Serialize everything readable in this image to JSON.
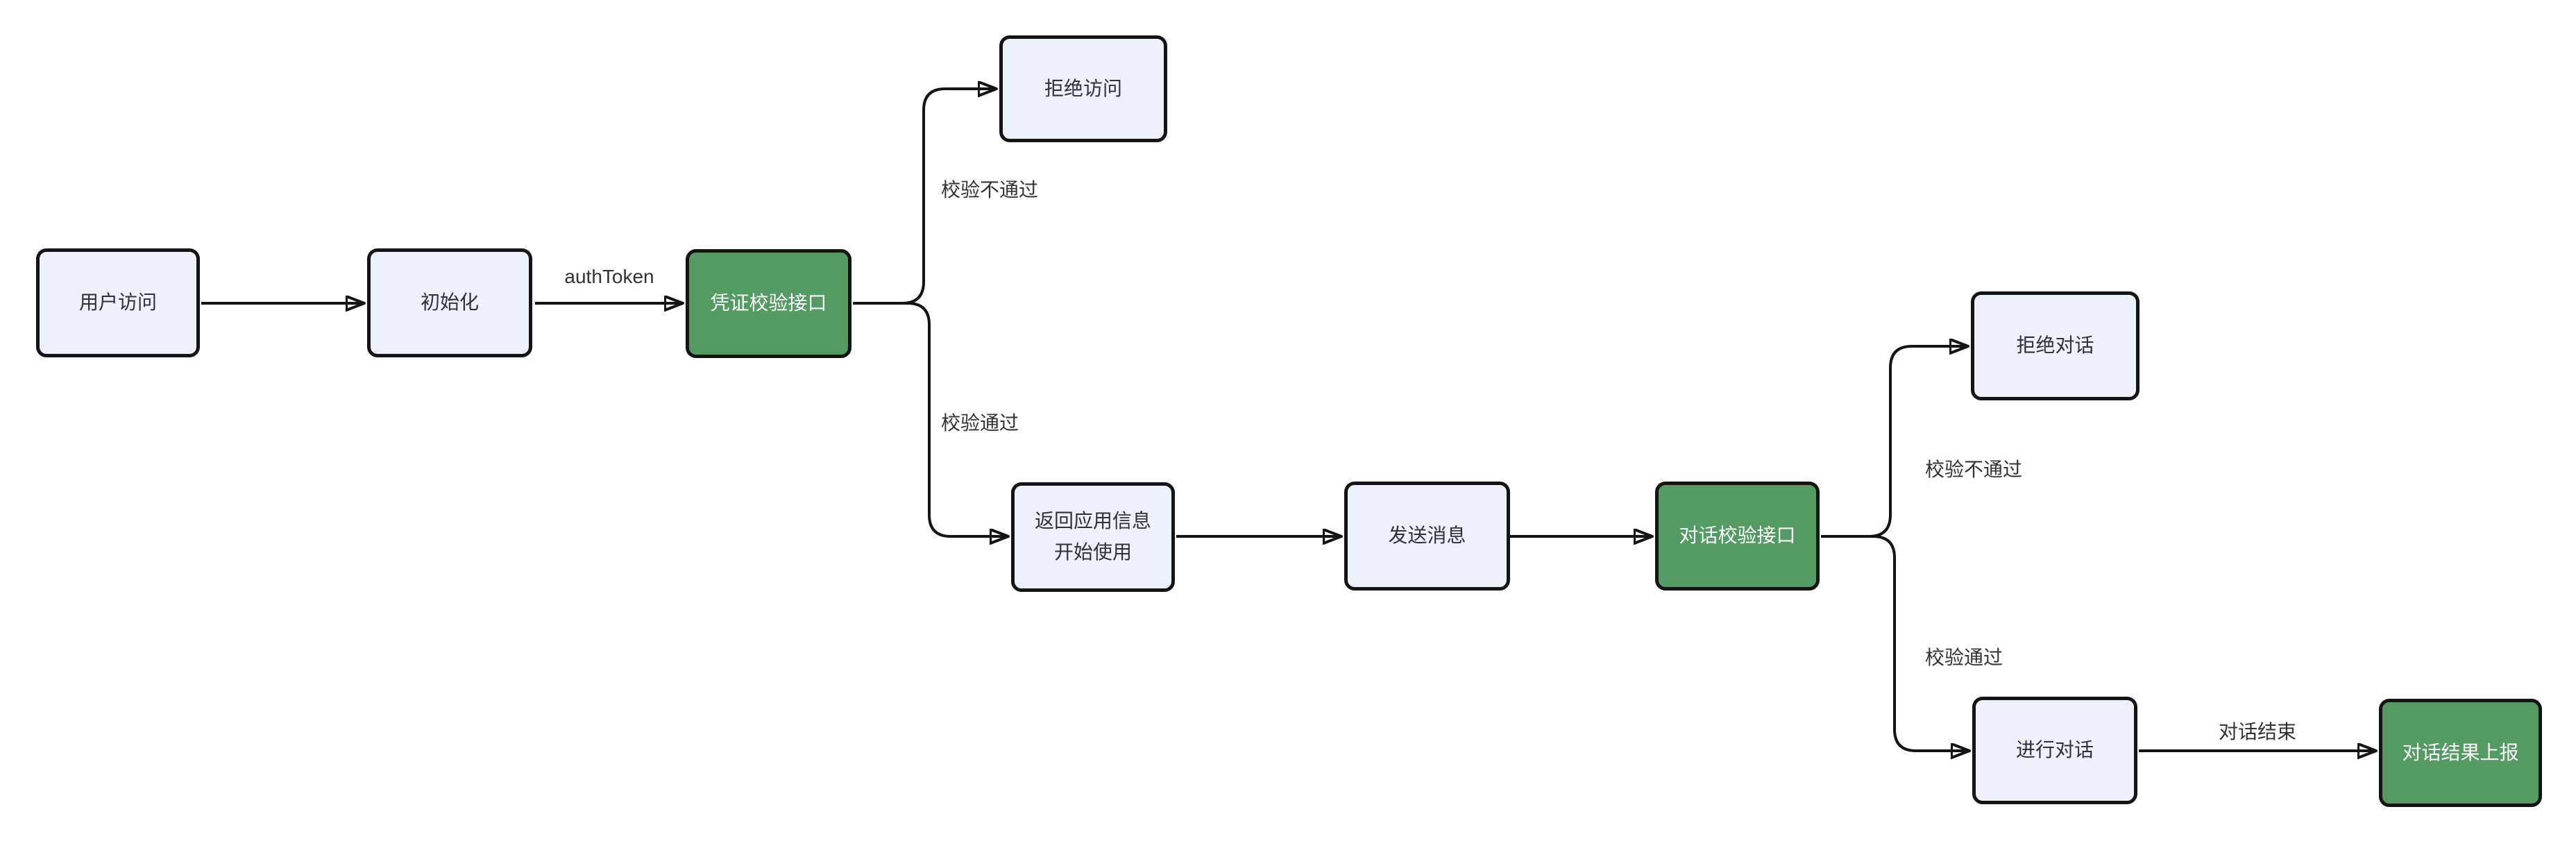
{
  "diagram": {
    "type": "flowchart",
    "direction": "left-to-right",
    "nodes": [
      {
        "id": "user-access",
        "label": "用户访问",
        "variant": "default"
      },
      {
        "id": "init",
        "label": "初始化",
        "variant": "default"
      },
      {
        "id": "cred-check",
        "label": "凭证校验接口",
        "variant": "green"
      },
      {
        "id": "deny-access",
        "label": "拒绝访问",
        "variant": "default"
      },
      {
        "id": "return-info",
        "label": "返回应用信息\n开始使用",
        "variant": "default"
      },
      {
        "id": "send-msg",
        "label": "发送消息",
        "variant": "default"
      },
      {
        "id": "dialog-check",
        "label": "对话校验接口",
        "variant": "green"
      },
      {
        "id": "deny-dialog",
        "label": "拒绝对话",
        "variant": "default"
      },
      {
        "id": "do-dialog",
        "label": "进行对话",
        "variant": "default"
      },
      {
        "id": "report",
        "label": "对话结果上报",
        "variant": "green"
      }
    ],
    "edge_labels": {
      "auth_token": "authToken",
      "cred_fail": "校验不通过",
      "cred_pass": "校验通过",
      "dialog_fail": "校验不通过",
      "dialog_pass": "校验通过",
      "dialog_end": "对话结束"
    },
    "colors": {
      "background": "#ffffff",
      "node_fill": "#edf1fb",
      "node_border": "#141414",
      "green_fill": "#549b63",
      "green_text": "#ffffff",
      "text": "#2f3136",
      "edge_label_text": "#333333",
      "line": "#141414"
    }
  }
}
